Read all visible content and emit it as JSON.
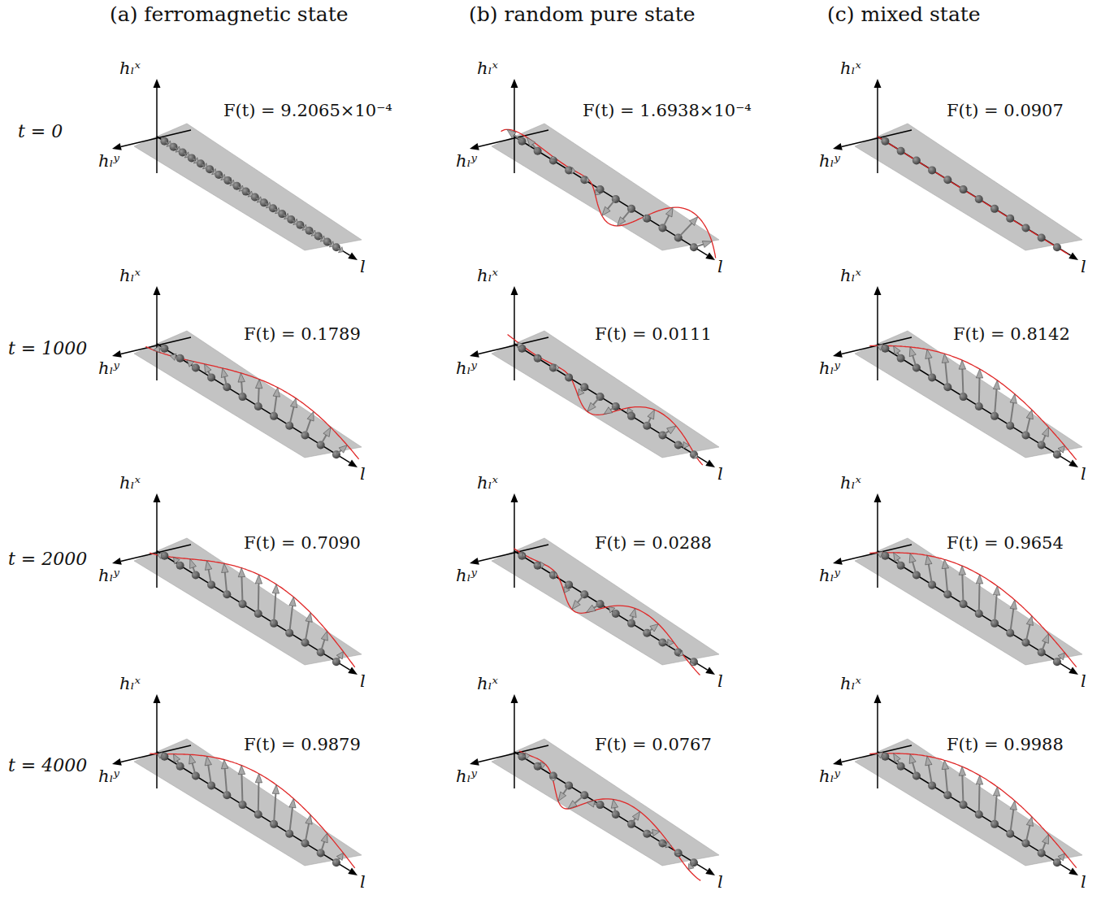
{
  "diagram": {
    "labels": [
      "(a) ferromagnetic state",
      "(b) random pure state",
      "(c) mixed state",
      "t = 0",
      "t = 1000",
      "t = 2000",
      "t = 4000",
      "F(t) = 9.2065×10⁻⁴",
      "hₗˣ",
      "hₗʸ",
      "l",
      "F(t) = 1.6938×10⁻⁴",
      "hₗˣ",
      "hₗʸ",
      "l",
      "F(t) = 0.0907",
      "hₗˣ",
      "hₗʸ",
      "l",
      "F(t) = 0.1789",
      "hₗˣ",
      "hₗʸ",
      "l",
      "F(t) = 0.0111",
      "hₗˣ",
      "hₗʸ",
      "l",
      "F(t) = 0.8142",
      "hₗˣ",
      "hₗʸ",
      "l",
      "F(t) = 0.7090",
      "hₗˣ",
      "hₗʸ",
      "l",
      "F(t) = 0.0288",
      "hₗˣ",
      "hₗʸ",
      "l",
      "F(t) = 0.9654",
      "hₗˣ",
      "hₗʸ",
      "l",
      "F(t) = 0.9879",
      "hₗˣ",
      "hₗʸ",
      "l",
      "F(t) = 0.0767",
      "hₗˣ",
      "hₗʸ",
      "l",
      "F(t) = 0.9988",
      "hₗˣ",
      "hₗʸ",
      "l"
    ]
  }
}
